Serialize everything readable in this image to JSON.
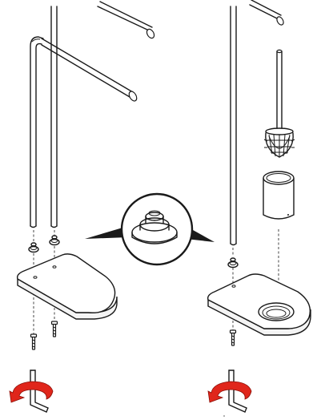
{
  "diagram": {
    "steps": [
      {
        "id": "left-assembly",
        "parts": [
          "towel-rail-stand",
          "washer",
          "screw",
          "base",
          "hex-key",
          "rotate-arrow"
        ]
      },
      {
        "id": "right-assembly",
        "parts": [
          "pole",
          "toilet-brush",
          "brush-holder-cup",
          "washer",
          "screw",
          "base-with-cup-recess",
          "hex-key",
          "rotate-arrow"
        ]
      }
    ],
    "colors": {
      "line": "#1a1a1a",
      "arrow": "#e0261b",
      "background": "#ffffff"
    },
    "detail_callout": "washer-detail-magnified"
  }
}
